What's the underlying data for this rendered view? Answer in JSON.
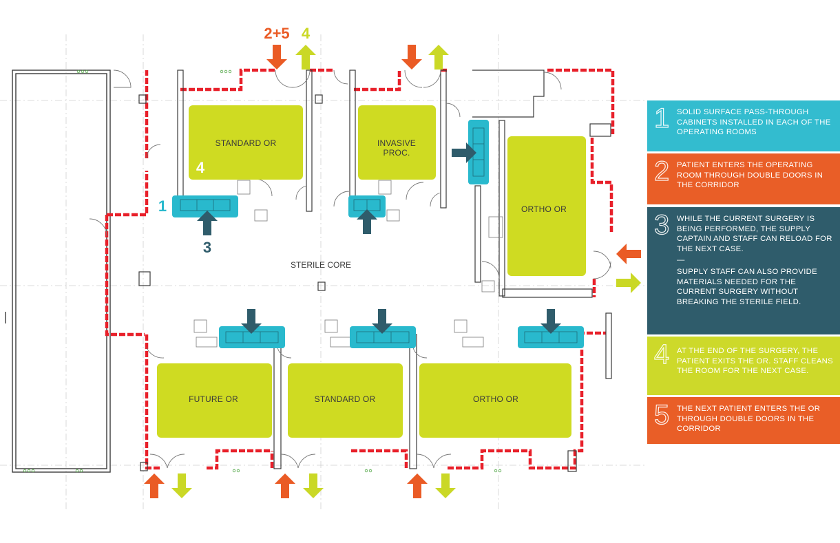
{
  "colors": {
    "room": "#cfdb22",
    "cabinet": "#29b9cd",
    "orange": "#ea5b25",
    "lime": "#cad826",
    "teal": "#2f5c6b",
    "wall_red": "#e8202a",
    "wall_dark": "#3a3a3a"
  },
  "rooms": {
    "standard_or_top": "STANDARD OR",
    "invasive_line1": "INVASIVE",
    "invasive_line2": "PROC.",
    "ortho_or_right": "ORTHO OR",
    "future_or": "FUTURE OR",
    "standard_or_bottom": "STANDARD OR",
    "ortho_or_bottom": "ORTHO OR",
    "sterile_core": "STERILE CORE"
  },
  "callouts": {
    "top_orange": "2+5",
    "top_lime": "4",
    "room_number": "4",
    "cabinet_number": "1",
    "supply_number": "3"
  },
  "legend": [
    {
      "num": "1",
      "color": "#33bccf",
      "lines": [
        "SOLID SURFACE PASS-THROUGH CABINETS INSTALLED IN EACH OF THE OPERATING ROOMS"
      ]
    },
    {
      "num": "2",
      "color": "#e95e27",
      "lines": [
        "PATIENT ENTERS THE OPERATING ROOM THROUGH DOUBLE DOORS IN THE CORRIDOR"
      ]
    },
    {
      "num": "3",
      "color": "#2f5c6b",
      "lines": [
        "WHILE THE CURRENT SURGERY IS BEING PERFORMED, THE SUPPLY CAPTAIN AND STAFF CAN RELOAD FOR THE NEXT CASE.",
        "—",
        "SUPPLY STAFF CAN ALSO PROVIDE MATERIALS NEEDED FOR THE CURRENT SURGERY WITHOUT BREAKING THE STERILE FIELD."
      ]
    },
    {
      "num": "4",
      "color": "#cdd92a",
      "lines": [
        "AT THE END OF THE SURGERY, THE PATIENT EXITS THE OR. STAFF CLEANS THE ROOM FOR THE NEXT CASE."
      ]
    },
    {
      "num": "5",
      "color": "#e95e27",
      "lines": [
        "THE NEXT PATIENT ENTERS THE OR THROUGH DOUBLE DOORS IN THE CORRIDOR"
      ]
    }
  ]
}
